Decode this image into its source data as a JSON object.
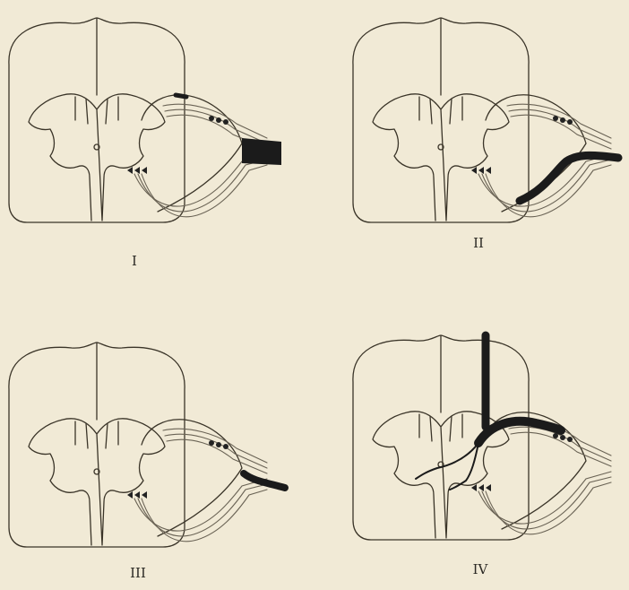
{
  "panels": [
    {
      "id": "I",
      "label": "I"
    },
    {
      "id": "II",
      "label": "II"
    },
    {
      "id": "III",
      "label": "III"
    },
    {
      "id": "IV",
      "label": "IV"
    }
  ],
  "colors": {
    "paper": "#f1ead6",
    "ink": "#3a3428",
    "lesion": "#1b1b1b"
  }
}
